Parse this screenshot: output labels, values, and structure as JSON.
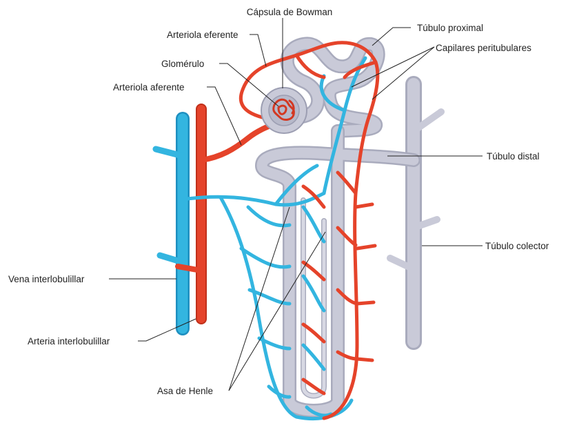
{
  "labels": {
    "capsula_bowman": "Cápsula de Bowman",
    "arteriola_eferente": "Arteriola eferente",
    "glomerulo": "Glomérulo",
    "arteriola_aferente": "Arteriola aferente",
    "tubulo_proximal": "Túbulo proximal",
    "capilares_peritubulares": "Capilares peritubulares",
    "tubulo_distal": "Túbulo distal",
    "tubulo_colector": "Túbulo colector",
    "vena_interlobulillar": "Vena interlobulillar",
    "arteria_interlobulillar": "Arteria interlobulillar",
    "asa_de_henle": "Asa de Henle"
  },
  "colors": {
    "artery": "#e5432a",
    "vein": "#33b5e0",
    "tubule": "#c9cad8",
    "tubule_shade": "#a9abbd",
    "leader": "#222222"
  }
}
